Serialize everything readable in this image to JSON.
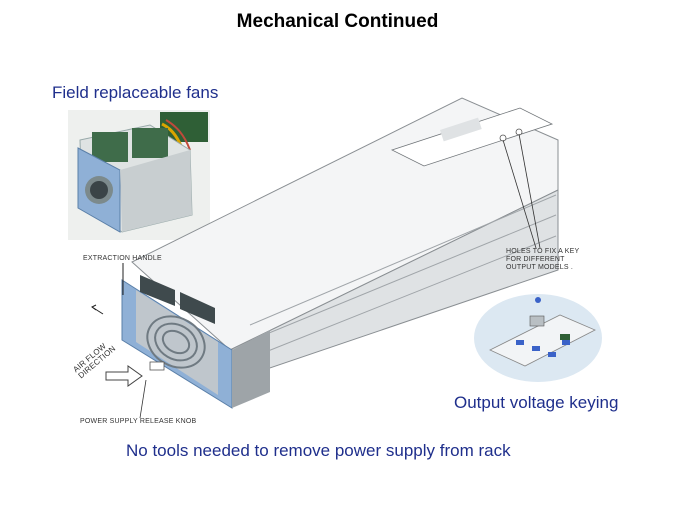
{
  "slide": {
    "title": "Mechanical Continued",
    "caption_fans": "Field replaceable fans",
    "caption_keying": "Output voltage keying",
    "caption_tools": "No tools needed to remove power supply from rack"
  },
  "labels": {
    "extraction_handle": "EXTRACTION HANDLE",
    "holes_key": "HOLES TO FIX A KEY FOR DIFFERENT OUTPUT MODELS .",
    "release_knob": "POWER SUPPLY RELEASE KNOB",
    "air_flow": "AIR FLOW DIRECTION"
  },
  "colors": {
    "caption_blue": "#1f2f8c",
    "handle_blue": "#7fa7cf",
    "fan_green": "#3f6c4a"
  }
}
